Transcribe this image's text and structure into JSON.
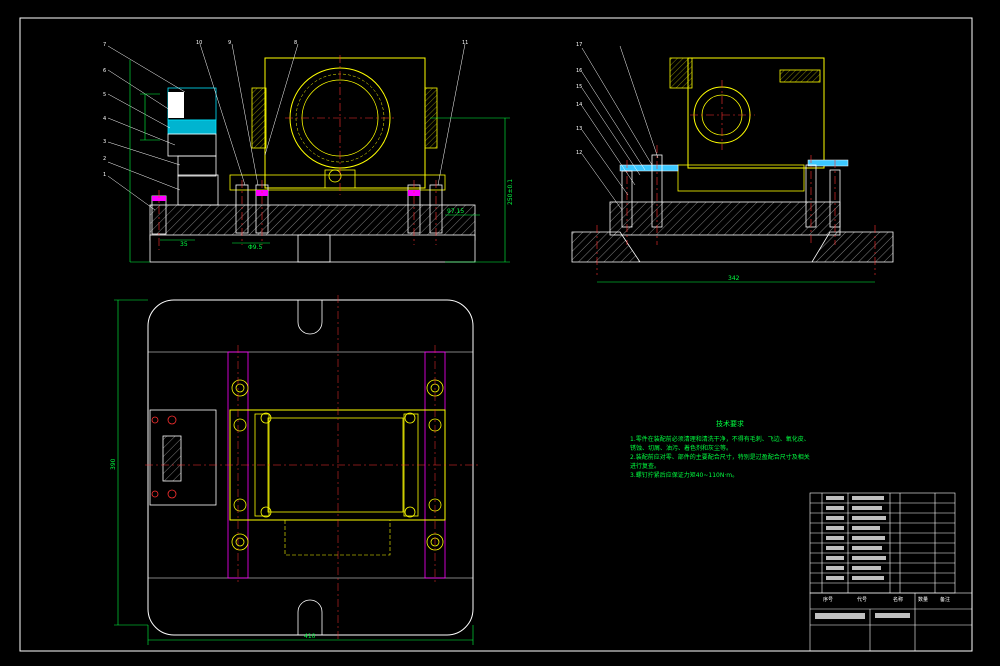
{
  "colors": {
    "background": "#000000",
    "frame": "#ffffff",
    "part": "#ffff00",
    "hatch": "#ffffff",
    "dimension": "#00ff40",
    "centerline": "#ff3030",
    "cyan": "#00e5ff",
    "magenta": "#ff00ff"
  },
  "dimensions": {
    "front_height": "250±0.1",
    "front_width_right": "97.15",
    "front_bottom_a": "35",
    "front_bottom_b": "Φ9.5",
    "side_width": "342",
    "plan_width": "410",
    "plan_height": "390"
  },
  "balloons_front": [
    "7",
    "6",
    "5",
    "4",
    "3",
    "2",
    "1"
  ],
  "balloons_front_top": [
    "10",
    "9",
    "8",
    "11"
  ],
  "balloons_side": [
    "17",
    "16",
    "15",
    "14",
    "13",
    "12"
  ],
  "technical_notes": {
    "title": "技术要求",
    "lines": [
      "1.零件在装配前必须清理和清洗干净，不得有毛刺、飞边、氧化皮、",
      "锈蚀、切屑、油污、着色剂和灰尘等。",
      "2.装配前应对零、部件的主要配合尺寸，特别是过盈配合尺寸及相关精度",
      "进行复查。",
      "3.螺钉拧紧后应保证力矩40~110N·m。"
    ]
  },
  "title_block_headers": [
    "序号",
    "代号",
    "名称",
    "数量",
    "备注"
  ]
}
